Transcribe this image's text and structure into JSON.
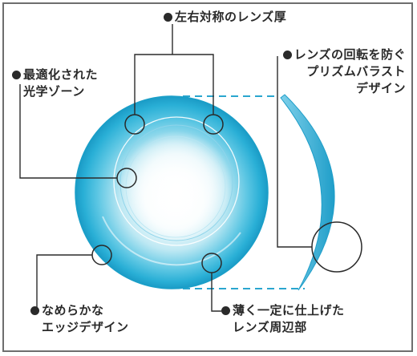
{
  "labels": {
    "top": "左右対称のレンズ厚",
    "optical_line1": "最適化された",
    "optical_line2": "光学ゾーン",
    "prism_line1": "レンズの回転を防ぐ",
    "prism_line2": "プリズムバラスト",
    "prism_line3": "デザイン",
    "edge_line1": "なめらかな",
    "edge_line2": "エッジデザイン",
    "thin_line1": "薄く一定に仕上げた",
    "thin_line2": "レンズ周辺部"
  },
  "colors": {
    "lens_main": "#2bb3d6",
    "lens_highlight": "#ffffff",
    "lens_edge": "#1a9fc8",
    "leader_line": "#2a2a2a",
    "dashed_line": "#2aa6cf",
    "frame_border": "#6e6e6e"
  }
}
